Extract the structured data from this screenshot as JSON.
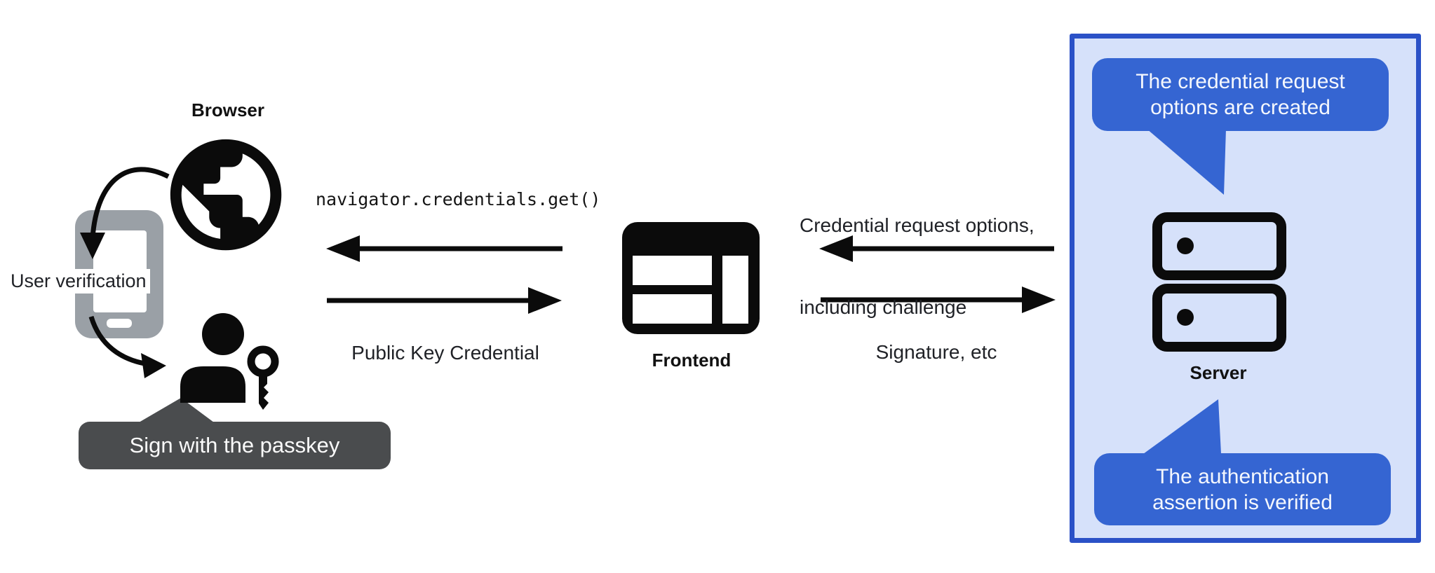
{
  "diagram": {
    "title_semantic": "Passkey authentication flow diagram",
    "left": {
      "browser_label": "Browser",
      "user_verification_label": "User verification",
      "passkey_tooltip": "Sign with the passkey"
    },
    "middle": {
      "code_call": "navigator.credentials.get()",
      "public_key_credential": "Public Key Credential",
      "frontend_label": "Frontend"
    },
    "right": {
      "request_line1": "Credential request options,",
      "request_line2": "including challenge",
      "signature": "Signature, etc"
    },
    "server_panel": {
      "server_label": "Server",
      "bubble_top": {
        "line1": "The credential request",
        "line2": "options are created"
      },
      "bubble_bottom": {
        "line1": "The authentication",
        "line2": "assertion is verified"
      }
    },
    "colors": {
      "bubble_blue": "#3565d2",
      "panel_fill": "#d6e1fa",
      "panel_border": "#2b51c7",
      "tooltip_gray": "#4a4c4e",
      "phone_gray": "#9aa0a6",
      "icon_black": "#0b0b0b",
      "background": "#ffffff"
    },
    "icons": [
      "browser-globe-icon",
      "smartphone-icon",
      "passkey-user-icon",
      "key-icon",
      "frontend-window-icon",
      "server-icon",
      "curved-arrow-icon",
      "flow-arrow-icon"
    ]
  }
}
